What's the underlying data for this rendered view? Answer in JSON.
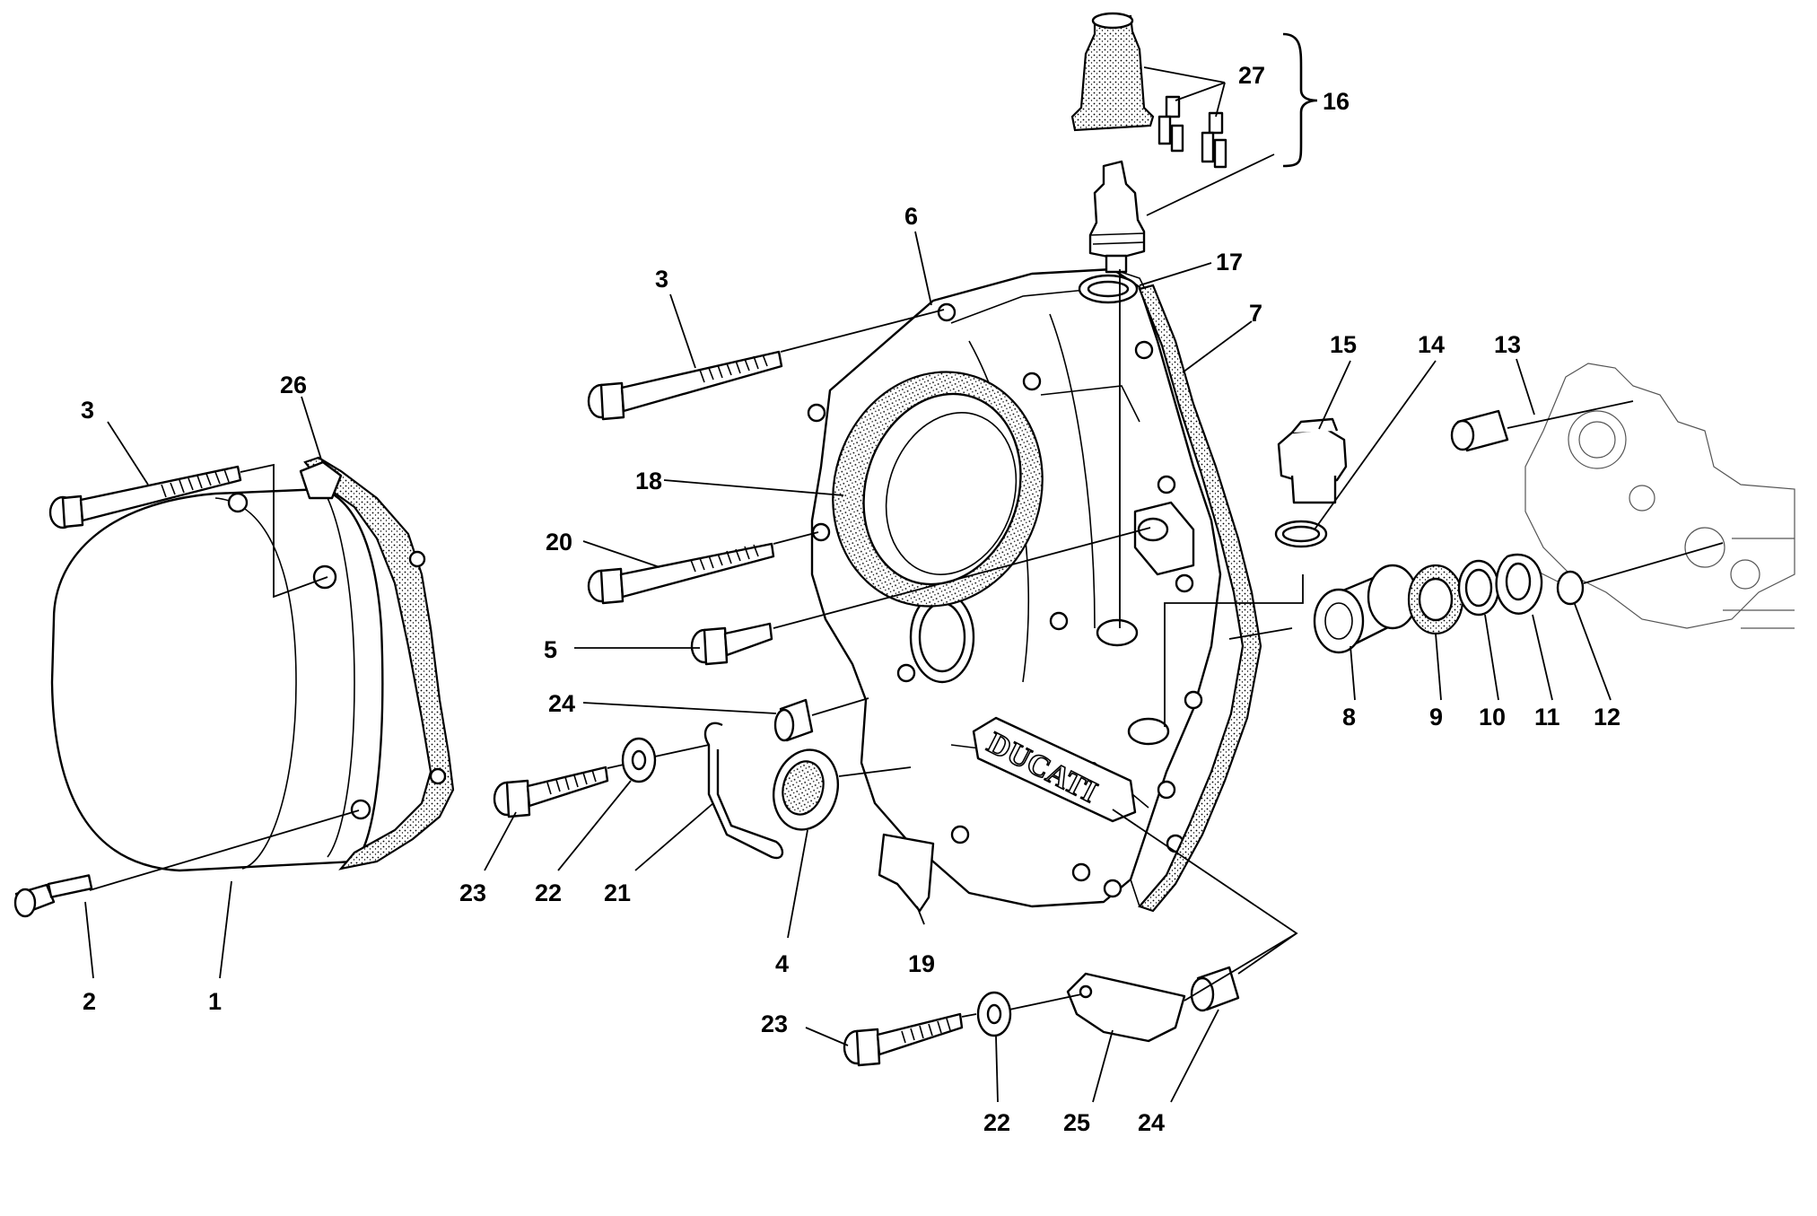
{
  "callouts": [
    {
      "id": "c1",
      "label": "1"
    },
    {
      "id": "c2",
      "label": "2"
    },
    {
      "id": "c3a",
      "label": "3"
    },
    {
      "id": "c3b",
      "label": "3"
    },
    {
      "id": "c4",
      "label": "4"
    },
    {
      "id": "c5",
      "label": "5"
    },
    {
      "id": "c6",
      "label": "6"
    },
    {
      "id": "c7",
      "label": "7"
    },
    {
      "id": "c8",
      "label": "8"
    },
    {
      "id": "c9",
      "label": "9"
    },
    {
      "id": "c10",
      "label": "10"
    },
    {
      "id": "c11",
      "label": "11"
    },
    {
      "id": "c12",
      "label": "12"
    },
    {
      "id": "c13",
      "label": "13"
    },
    {
      "id": "c14",
      "label": "14"
    },
    {
      "id": "c15",
      "label": "15"
    },
    {
      "id": "c16",
      "label": "16"
    },
    {
      "id": "c17",
      "label": "17"
    },
    {
      "id": "c18",
      "label": "18"
    },
    {
      "id": "c19",
      "label": "19"
    },
    {
      "id": "c20",
      "label": "20"
    },
    {
      "id": "c21",
      "label": "21"
    },
    {
      "id": "c22a",
      "label": "22"
    },
    {
      "id": "c22b",
      "label": "22"
    },
    {
      "id": "c23a",
      "label": "23"
    },
    {
      "id": "c23b",
      "label": "23"
    },
    {
      "id": "c24a",
      "label": "24"
    },
    {
      "id": "c24b",
      "label": "24"
    },
    {
      "id": "c25",
      "label": "25"
    },
    {
      "id": "c26",
      "label": "26"
    },
    {
      "id": "c27",
      "label": "27"
    }
  ],
  "cover_brand": "DUCATI"
}
